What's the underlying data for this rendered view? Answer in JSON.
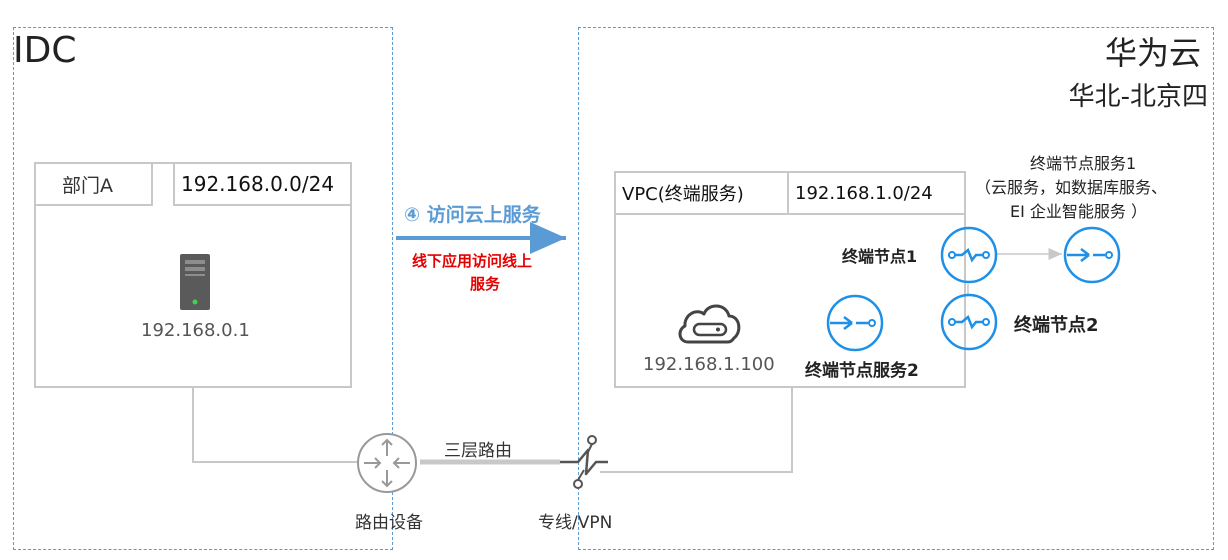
{
  "idc": {
    "title": "IDC",
    "dept_label": "部门A",
    "dept_cidr": "192.168.0.0/24",
    "server_ip": "192.168.0.1"
  },
  "cloud": {
    "title": "华为云",
    "region": "华北-北京四",
    "vpc_label": "VPC(终端服务)",
    "vpc_cidr": "192.168.1.0/24",
    "endpoint1": "终端节点1",
    "endpoint2": "终端节点2",
    "endpoint_service1_title": "终端节点服务1",
    "endpoint_service1_desc1": "（云服务，如数据库服务、",
    "endpoint_service1_desc2": "EI 企业智能服务 ）",
    "endpoint_service2": "终端节点服务2",
    "backend_ip": "192.168.1.100"
  },
  "flow": {
    "step": "④ 访问云上服务",
    "desc_line1": "线下应用访问线上",
    "desc_line2": "服务"
  },
  "network": {
    "route_label": "三层路由",
    "router_label": "路由设备",
    "vpn_label": "专线/VPN"
  },
  "colors": {
    "accent_blue": "#5b9bd5",
    "icon_blue": "#1e90e8",
    "alert_red": "#e60000",
    "border_gray": "#c8c8c8"
  }
}
